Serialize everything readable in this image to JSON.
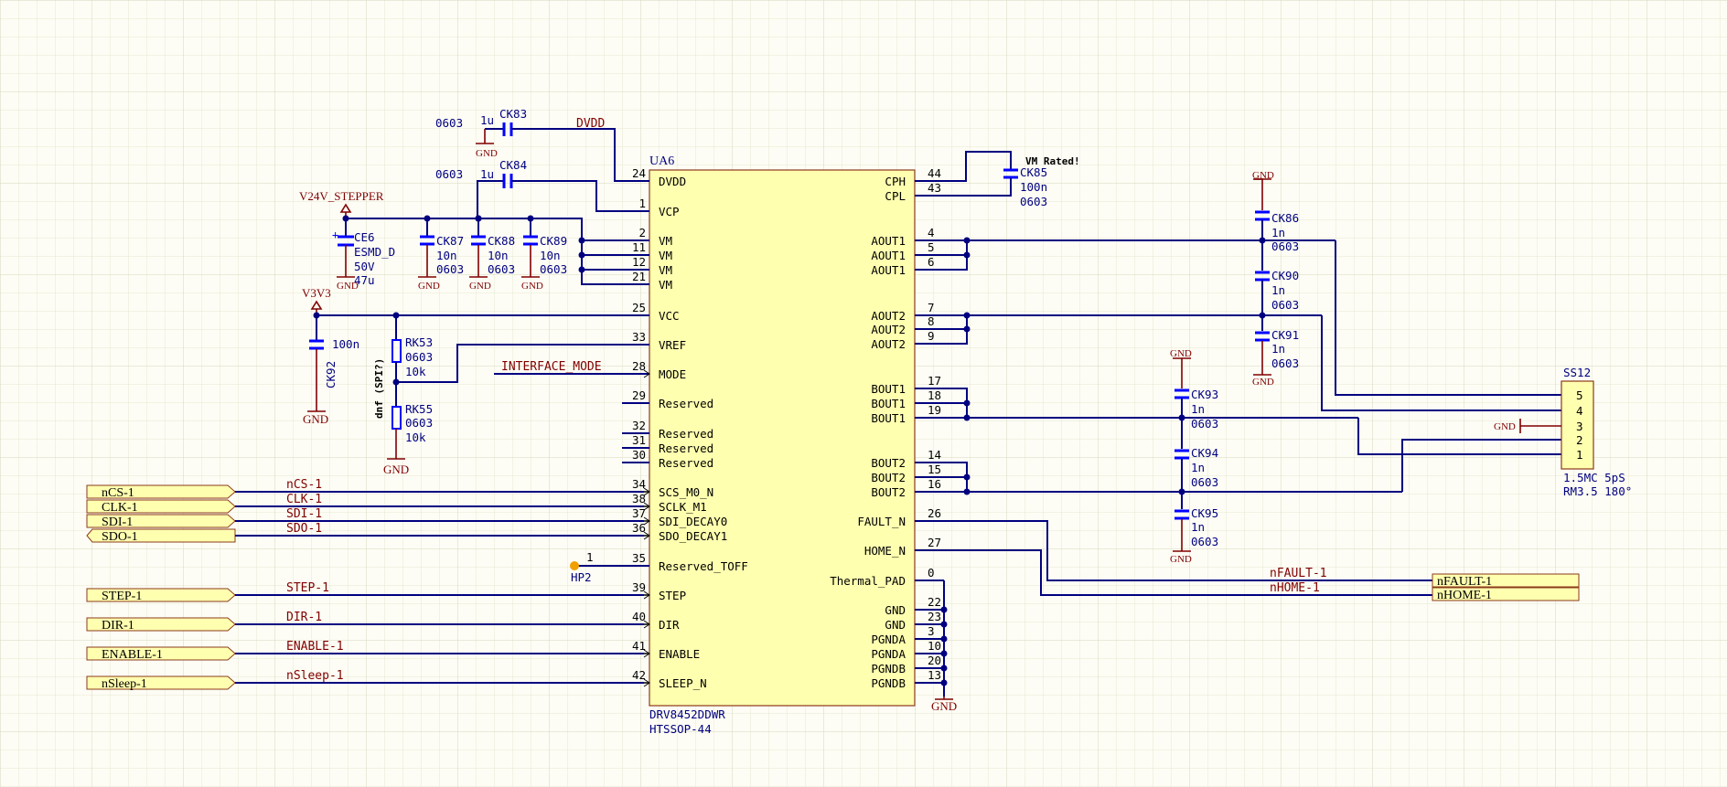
{
  "ic": {
    "ref": "UA6",
    "part": "DRV8452DDWR",
    "package": "HTSSOP-44",
    "left_pins": [
      {
        "num": "24",
        "name": "DVDD"
      },
      {
        "num": "1",
        "name": "VCP"
      },
      {
        "num": "2",
        "name": "VM"
      },
      {
        "num": "11",
        "name": "VM"
      },
      {
        "num": "12",
        "name": "VM"
      },
      {
        "num": "21",
        "name": "VM"
      },
      {
        "num": "25",
        "name": "VCC"
      },
      {
        "num": "33",
        "name": "VREF"
      },
      {
        "num": "28",
        "name": "MODE"
      },
      {
        "num": "29",
        "name": "Reserved"
      },
      {
        "num": "32",
        "name": "Reserved"
      },
      {
        "num": "31",
        "name": "Reserved"
      },
      {
        "num": "30",
        "name": "Reserved"
      },
      {
        "num": "34",
        "name": "SCS_M0_N"
      },
      {
        "num": "38",
        "name": "SCLK_M1"
      },
      {
        "num": "37",
        "name": "SDI_DECAY0"
      },
      {
        "num": "36",
        "name": "SDO_DECAY1"
      },
      {
        "num": "35",
        "name": "Reserved_TOFF"
      },
      {
        "num": "39",
        "name": "STEP"
      },
      {
        "num": "40",
        "name": "DIR"
      },
      {
        "num": "41",
        "name": "ENABLE"
      },
      {
        "num": "42",
        "name": "SLEEP_N"
      }
    ],
    "right_pins": [
      {
        "num": "44",
        "name": "CPH"
      },
      {
        "num": "43",
        "name": "CPL"
      },
      {
        "num": "4",
        "name": "AOUT1"
      },
      {
        "num": "5",
        "name": "AOUT1"
      },
      {
        "num": "6",
        "name": "AOUT1"
      },
      {
        "num": "7",
        "name": "AOUT2"
      },
      {
        "num": "8",
        "name": "AOUT2"
      },
      {
        "num": "9",
        "name": "AOUT2"
      },
      {
        "num": "17",
        "name": "BOUT1"
      },
      {
        "num": "18",
        "name": "BOUT1"
      },
      {
        "num": "19",
        "name": "BOUT1"
      },
      {
        "num": "14",
        "name": "BOUT2"
      },
      {
        "num": "15",
        "name": "BOUT2"
      },
      {
        "num": "16",
        "name": "BOUT2"
      },
      {
        "num": "26",
        "name": "FAULT_N"
      },
      {
        "num": "27",
        "name": "HOME_N"
      },
      {
        "num": "0",
        "name": "Thermal_PAD"
      },
      {
        "num": "22",
        "name": "GND"
      },
      {
        "num": "23",
        "name": "GND"
      },
      {
        "num": "3",
        "name": "PGNDA"
      },
      {
        "num": "10",
        "name": "PGNDA"
      },
      {
        "num": "20",
        "name": "PGNDB"
      },
      {
        "num": "13",
        "name": "PGNDB"
      }
    ]
  },
  "ports_left": [
    "nCS-1",
    "CLK-1",
    "SDI-1",
    "SDO-1",
    "STEP-1",
    "DIR-1",
    "ENABLE-1",
    "nSleep-1"
  ],
  "nets_left": [
    "nCS-1",
    "CLK-1",
    "SDI-1",
    "SDO-1",
    "STEP-1",
    "DIR-1",
    "ENABLE-1",
    "nSleep-1"
  ],
  "ports_right": [
    "nFAULT-1",
    "nHOME-1"
  ],
  "nets_right": [
    "nFAULT-1",
    "nHOME-1"
  ],
  "net_dvdd": "DVDD",
  "net_mode": "INTERFACE_MODE",
  "power": {
    "v24": "V24V_STEPPER",
    "v33": "V3V3",
    "gnd": "GND"
  },
  "note_vm": "VM Rated!",
  "components": {
    "ck83": {
      "ref": "CK83",
      "size": "0603",
      "value": "1u"
    },
    "ck84": {
      "ref": "CK84",
      "size": "0603",
      "value": "1u"
    },
    "ce6": {
      "ref": "CE6",
      "fp": "ESMD_D",
      "volt": "50V",
      "value": "47u"
    },
    "ck87": {
      "ref": "CK87",
      "value": "10n",
      "size": "0603"
    },
    "ck88": {
      "ref": "CK88",
      "value": "10n",
      "size": "0603"
    },
    "ck89": {
      "ref": "CK89",
      "value": "10n",
      "size": "0603"
    },
    "ck92": {
      "ref": "CK92",
      "value": "100n"
    },
    "rk53": {
      "ref": "RK53",
      "size": "0603",
      "value": "10k"
    },
    "rk55": {
      "ref": "RK55",
      "size": "0603",
      "value": "10k"
    },
    "rk55_note": "dnf (SPI?)",
    "ck85": {
      "ref": "CK85",
      "value": "100n",
      "size": "0603"
    },
    "ck86": {
      "ref": "CK86",
      "value": "1n",
      "size": "0603"
    },
    "ck90": {
      "ref": "CK90",
      "value": "1n",
      "size": "0603"
    },
    "ck91": {
      "ref": "CK91",
      "value": "1n",
      "size": "0603"
    },
    "ck93": {
      "ref": "CK93",
      "value": "1n",
      "size": "0603"
    },
    "ck94": {
      "ref": "CK94",
      "value": "1n",
      "size": "0603"
    },
    "ck95": {
      "ref": "CK95",
      "value": "1n",
      "size": "0603"
    },
    "hp2": {
      "ref": "HP2",
      "pin": "1"
    }
  },
  "connector": {
    "ref": "SS12",
    "pins": [
      "5",
      "4",
      "3",
      "2",
      "1"
    ],
    "desc1": "1.5MC 5pS",
    "desc2": "RM3.5 180°"
  },
  "colors": {
    "wire": "#000080",
    "component": "#0000ff",
    "power": "#800000",
    "body": "#ffffb0",
    "background": "#fdfdf5",
    "grid": "#e6e6d2"
  }
}
